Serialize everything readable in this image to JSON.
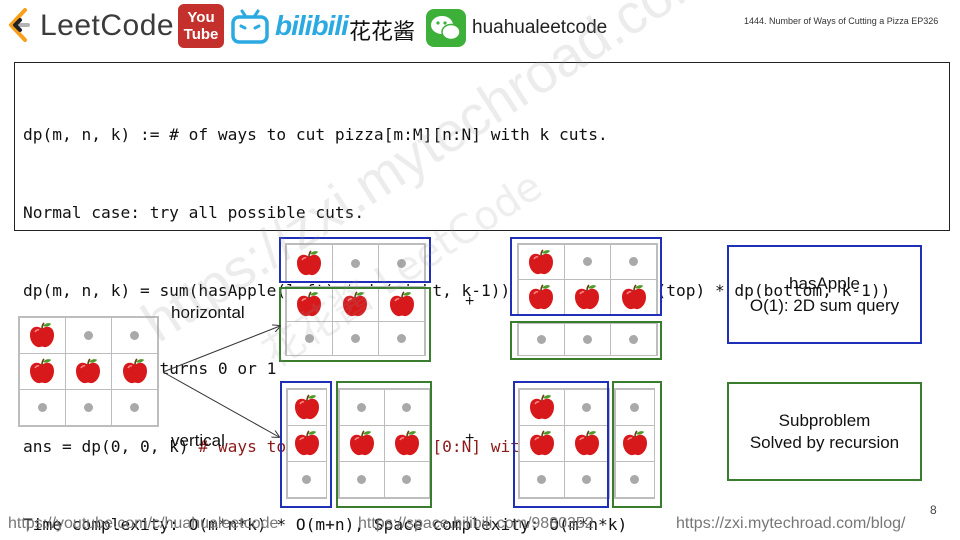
{
  "header": {
    "logo_text": "LeetCode",
    "youtube_label": "You Tube",
    "bilibili_label": "bilibili",
    "author_cn": "花花酱",
    "handle": "huahualeetcode",
    "episode_title": "1444. Number of Ways of Cutting a Pizza EP326"
  },
  "code": {
    "lines": [
      {
        "text": "dp(m, n, k) := # of ways to cut pizza[m:M][n:N] with k cuts.",
        "comment": ""
      },
      {
        "text": "Normal case: try all possible cuts.",
        "comment": ""
      },
      {
        "text": "dp(m, n, k) = sum(hasApple(left) * dp(right, k-1)) + sum(hasApple(top) * dp(bottom, k-1))",
        "comment": ""
      },
      {
        "text": "hasApple(.) returns 0 or 1",
        "comment": ""
      },
      {
        "text": "ans = dp(0, 0, k) ",
        "comment": "# ways to cut pizza[0:M][0:N] with k cuts."
      },
      {
        "text": "Time complexity: O(m*n*k) * O(m+n), Space complexity: O(m*n*k)",
        "comment": ""
      }
    ]
  },
  "diagram": {
    "pizza": [
      [
        "apple",
        "empty",
        "empty"
      ],
      [
        "apple",
        "apple",
        "apple"
      ],
      [
        "empty",
        "empty",
        "empty"
      ]
    ],
    "label_horizontal": "horizontal",
    "label_vertical": "vertical",
    "plus_symbol": "+",
    "colors": {
      "blue": "#1f2fb8",
      "green": "#3b7d2f",
      "grid": "#bdbdbd",
      "dot": "#a9a9a9",
      "apple": "#d8191c"
    }
  },
  "info": {
    "has_apple_title": "hasApple",
    "has_apple_desc": "O(1): 2D sum query",
    "subproblem_title": "Subproblem",
    "subproblem_desc": "Solved by recursion"
  },
  "watermark": {
    "url": "https://zxi.mytechroad.com/blog/",
    "cn": "花花酱 LeetCode"
  },
  "footer": {
    "youtube": "https://youtube.com/c/huahualeetcode",
    "bilibili": "https://space.bilibili.com/9880352",
    "blog": "https://zxi.mytechroad.com/blog/",
    "page_number": "8"
  }
}
